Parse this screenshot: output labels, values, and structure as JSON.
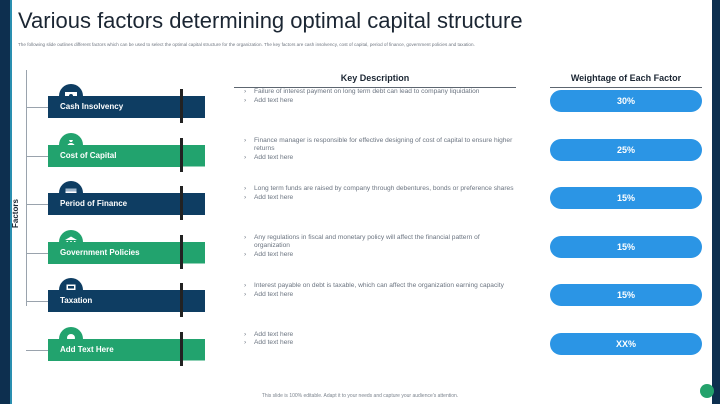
{
  "title": "Various factors determining optimal capital structure",
  "subtitle": "The following slide outlines different factors which can be used to select the optimal capital structure for the organization. The key factors are cash insolvency, cost of capital, period of finance, government policies and taxation.",
  "axis_label": "Factors",
  "headers": {
    "description": "Key Description",
    "weightage": "Weightage of Each Factor"
  },
  "rows": [
    {
      "factor": "Cash Insolvency",
      "icon": "cash-icon",
      "tag_color": "#0e3d62",
      "circle_color": "#0e3d62",
      "desc_lines": [
        "Failure of interest payment on long term debt can lead to company liquidation",
        "Add text here"
      ],
      "weight": "30%"
    },
    {
      "factor": "Cost of Capital",
      "icon": "money-bag-icon",
      "tag_color": "#22a36e",
      "circle_color": "#22a36e",
      "desc_lines": [
        "Finance manager is responsible for effective designing of cost of capital to ensure higher returns",
        "Add text here"
      ],
      "weight": "25%"
    },
    {
      "factor": "Period of Finance",
      "icon": "calendar-icon",
      "tag_color": "#0e3d62",
      "circle_color": "#0e3d62",
      "desc_lines": [
        "Long term funds are raised by company through debentures, bonds or preference shares",
        "Add text here"
      ],
      "weight": "15%"
    },
    {
      "factor": "Government Policies",
      "icon": "government-building-icon",
      "tag_color": "#22a36e",
      "circle_color": "#22a36e",
      "desc_lines": [
        "Any regulations in fiscal and monetary policy will affect the financial pattern of organization",
        "Add text here"
      ],
      "weight": "15%"
    },
    {
      "factor": "Taxation",
      "icon": "tax-calculator-icon",
      "tag_color": "#0e3d62",
      "circle_color": "#0e3d62",
      "desc_lines": [
        "Interest payable on debt is taxable, which can affect the organization earning capacity",
        "Add text here"
      ],
      "weight": "15%"
    },
    {
      "factor": "Add Text Here",
      "icon": "lightbulb-icon",
      "tag_color": "#22a36e",
      "circle_color": "#22a36e",
      "desc_lines": [
        "Add text here",
        "Add text here"
      ],
      "weight": "XX%"
    }
  ],
  "footer": "This slide is 100% editable. Adapt it to your needs and capture your audience's attention.",
  "colors": {
    "navy": "#0e3d62",
    "green": "#22a36e",
    "pill": "#2b95e5"
  }
}
